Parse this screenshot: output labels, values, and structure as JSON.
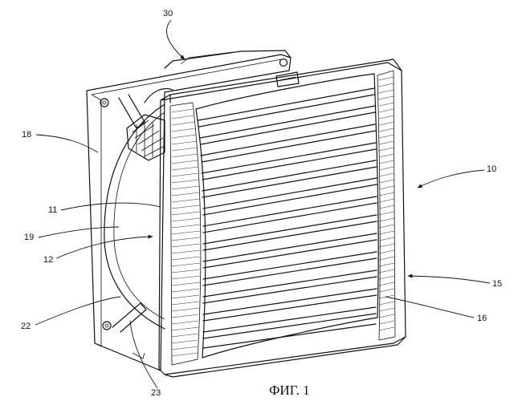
{
  "labels": {
    "l30": "30",
    "l18": "18",
    "l10": "10",
    "l11": "11",
    "l19": "19",
    "l12": "12",
    "l15": "15",
    "l22": "22",
    "l16": "16",
    "l23": "23"
  },
  "caption": "ФИГ. 1"
}
